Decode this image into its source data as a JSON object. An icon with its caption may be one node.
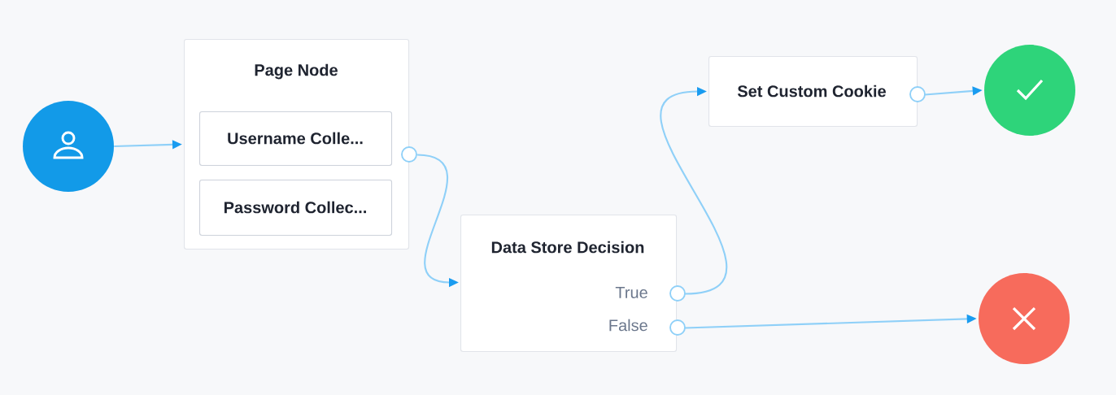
{
  "diagram": {
    "nodes": [
      {
        "text": [],
        "shape": "circle"
      },
      {
        "text": [
          "Page Node"
        ]
      },
      {
        "text": [
          "Username Colle..."
        ],
        "in": 1
      },
      {
        "text": [
          "Password Collec..."
        ],
        "in": 1
      },
      {
        "text": [
          "Data Store Decision",
          "True",
          "False"
        ]
      },
      {
        "text": [
          "Set Custom Cookie"
        ]
      },
      {
        "text": [],
        "shape": "circle"
      },
      {
        "text": [],
        "shape": "circle"
      }
    ],
    "edges": [
      {
        "from": 0,
        "to": 1,
        "arrow": "to"
      },
      {
        "from": 2,
        "to": 4,
        "arrow": "to"
      },
      {
        "from": 4,
        "to": 5,
        "arrow": "to"
      },
      {
        "from": 5,
        "to": 6,
        "arrow": "to"
      },
      {
        "from": 4,
        "to": 7,
        "arrow": "to"
      }
    ]
  }
}
